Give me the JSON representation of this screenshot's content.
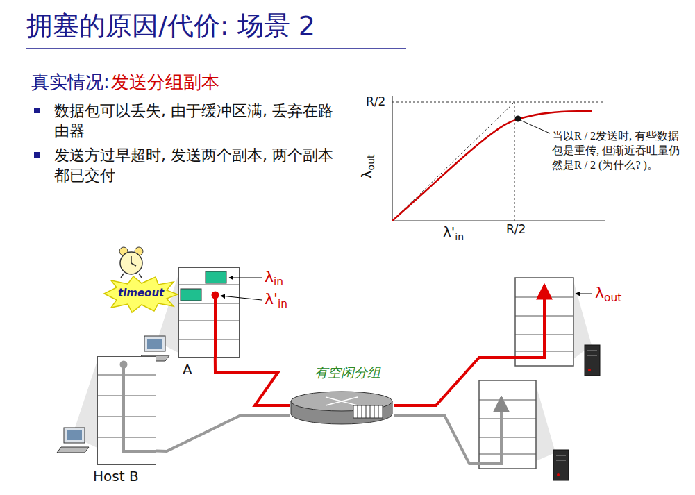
{
  "diagram": {
    "title": "拥塞的原因/代价: 场景 2",
    "nodes": [
      {
        "text": [
          "A"
        ]
      },
      {
        "text": [
          "Host B"
        ]
      },
      {
        "text": [
          "有空闲分组"
        ]
      }
    ],
    "edges": [
      {
        "from": 0,
        "to": 2,
        "arrow": "none"
      },
      {
        "from": 1,
        "to": 2,
        "arrow": "none"
      }
    ],
    "labels": [
      "真实情况:",
      "发送分组副本",
      "数据包可以丢失, 由于缓冲区满, 丢弃在路由器",
      "发送方过早超时, 发送两个副本, 两个副本都已交付",
      "R/2",
      "λout",
      "R/2",
      "λ'in",
      "当以R / 2发送时, 有些数据包是重传, 但渐近吞吐量仍然是R / 2 (为什么? )。",
      "timeout",
      "λin",
      "λ'in",
      "λout"
    ]
  }
}
